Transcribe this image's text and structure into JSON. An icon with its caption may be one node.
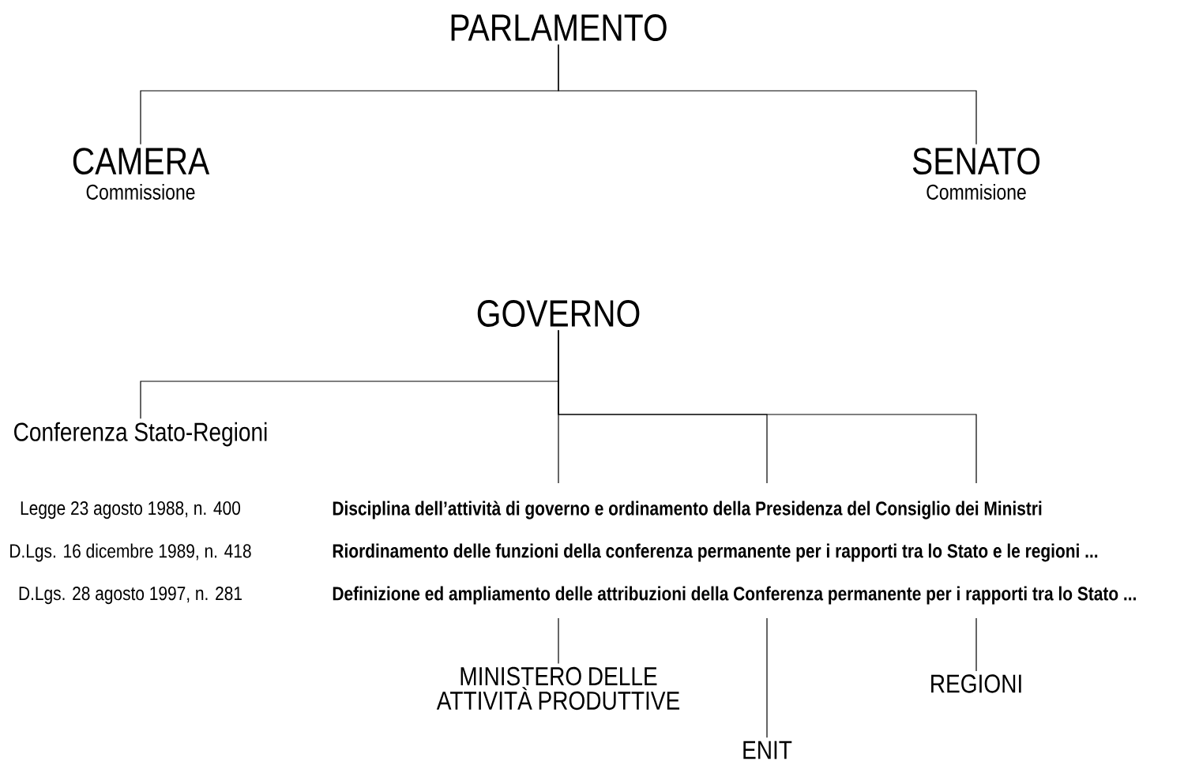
{
  "diagram": {
    "nodes": [
      {
        "text": [
          "PARLAMENTO"
        ]
      },
      {
        "text": [
          "CAMERA",
          "Commissione"
        ]
      },
      {
        "text": [
          "SENATO",
          "Commisione"
        ]
      },
      {
        "text": [
          "GOVERNO"
        ]
      },
      {
        "text": [
          "Conferenza Stato-Regioni"
        ]
      },
      {
        "text": [
          "MINISTERO DELLE ATTIVITÀ PRODUTTIVE"
        ]
      },
      {
        "text": [
          "ENIT"
        ]
      },
      {
        "text": [
          "REGIONI"
        ]
      }
    ],
    "edges": [
      {
        "from": 0,
        "to": 1,
        "arrow": "none"
      },
      {
        "from": 0,
        "to": 2,
        "arrow": "none"
      },
      {
        "from": 3,
        "to": 4,
        "arrow": "none"
      },
      {
        "from": 3,
        "to": 5,
        "arrow": "none"
      },
      {
        "from": 3,
        "to": 6,
        "arrow": "none"
      },
      {
        "from": 3,
        "to": 7,
        "arrow": "none"
      }
    ],
    "labels": [
      "Legge 23 agosto 1988, n. 400",
      "Disciplina dell’attività di governo e ordinamento della Presidenza del Consiglio dei Ministri",
      "D.Lgs. 16 dicembre 1989, n. 418",
      "Riordinamento delle funzioni della conferenza permanente per i rapporti tra lo Stato e le regioni ...",
      "D.Lgs. 28 agosto 1997, n. 281",
      "Definizione ed ampliamento delle attribuzioni della Conferenza permanente per i rapporti tra lo Stato ..."
    ]
  }
}
